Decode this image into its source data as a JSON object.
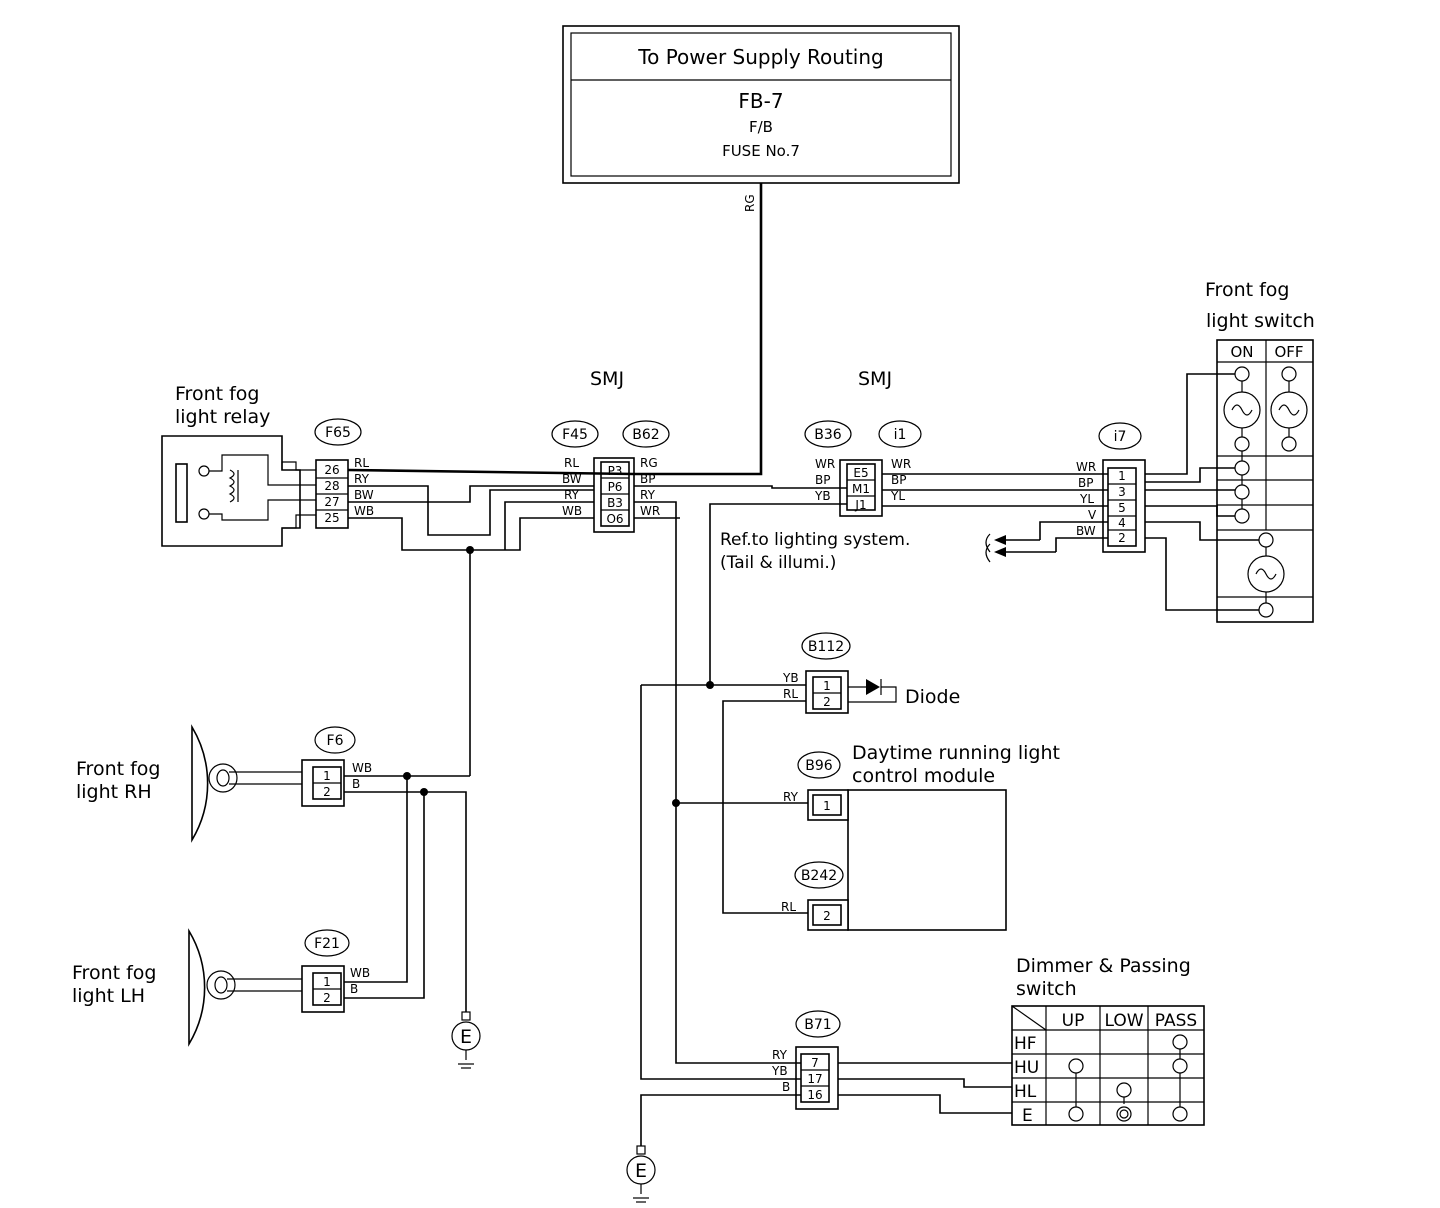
{
  "power_supply": {
    "title": "To Power Supply Routing",
    "fuse_id": "FB-7",
    "fuse_box": "F/B",
    "fuse_no": "FUSE No.7",
    "wire": "RG"
  },
  "labels": {
    "relay": [
      "Front fog",
      "light relay"
    ],
    "smj_left": "SMJ",
    "smj_right": "SMJ",
    "switch": [
      "Front fog",
      "light switch"
    ],
    "switch_on": "ON",
    "switch_off": "OFF",
    "ref_lighting": [
      "Ref.to lighting system.",
      "(Tail & illumi.)"
    ],
    "diode": "Diode",
    "drl_module": [
      "Daytime running light",
      "control module"
    ],
    "fog_rh": [
      "Front fog",
      "light RH"
    ],
    "fog_lh": [
      "Front fog",
      "light LH"
    ],
    "dimmer": [
      "Dimmer & Passing",
      "switch"
    ],
    "ground": "E"
  },
  "connectors": {
    "F65": {
      "id": "F65",
      "pins": [
        "26",
        "28",
        "27",
        "25"
      ],
      "wires": [
        "RL",
        "RY",
        "BW",
        "WB"
      ]
    },
    "F45": {
      "id": "F45",
      "wires": [
        "RL",
        "BW",
        "RY",
        "WB"
      ]
    },
    "B62": {
      "id": "B62",
      "pins": [
        "P3",
        "P6",
        "B3",
        "O6"
      ],
      "wires": [
        "RG",
        "BP",
        "RY",
        "WR"
      ]
    },
    "B36": {
      "id": "B36",
      "wires": [
        "WR",
        "BP",
        "YB"
      ]
    },
    "i1": {
      "id": "i1",
      "pins": [
        "E5",
        "M1",
        "J1"
      ],
      "wires": [
        "WR",
        "BP",
        "YL"
      ]
    },
    "i7": {
      "id": "i7",
      "pins": [
        "1",
        "3",
        "5",
        "4",
        "2"
      ],
      "wires": [
        "WR",
        "BP",
        "YL",
        "V",
        "BW"
      ]
    },
    "B112": {
      "id": "B112",
      "pins": [
        "1",
        "2"
      ],
      "wires": [
        "YB",
        "RL"
      ]
    },
    "B96": {
      "id": "B96",
      "pins": [
        "1"
      ],
      "wires": [
        "RY"
      ]
    },
    "B242": {
      "id": "B242",
      "pins": [
        "2"
      ],
      "wires": [
        "RL"
      ]
    },
    "F6": {
      "id": "F6",
      "pins": [
        "1",
        "2"
      ],
      "wires": [
        "WB",
        "B"
      ]
    },
    "F21": {
      "id": "F21",
      "pins": [
        "1",
        "2"
      ],
      "wires": [
        "WB",
        "B"
      ]
    },
    "B71": {
      "id": "B71",
      "pins": [
        "7",
        "17",
        "16"
      ],
      "wires": [
        "RY",
        "YB",
        "B"
      ]
    }
  },
  "dimmer_table": {
    "columns": [
      "UP",
      "LOW",
      "PASS"
    ],
    "rows": [
      "HF",
      "HU",
      "HL",
      "E"
    ]
  }
}
